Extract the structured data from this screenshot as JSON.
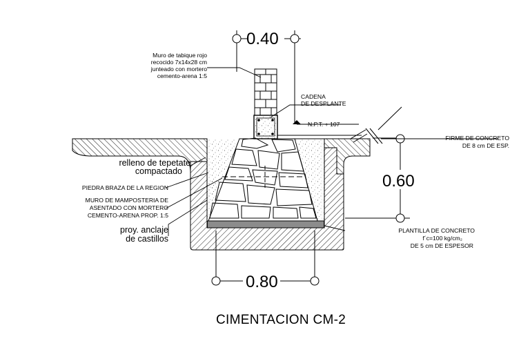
{
  "drawing": {
    "title": "CIMENTACION CM-2",
    "colors": {
      "line": "#000000",
      "background": "#ffffff"
    },
    "dimensions": {
      "wall_width": "0.40",
      "base_width": "0.80",
      "height": "0.60"
    },
    "labels": {
      "muro_tabique": [
        "Muro de tabique rojo",
        "recocido 7x14x28 cm",
        "junteado con mortero",
        "cemento-arena 1:5"
      ],
      "cadena": [
        "CADENA",
        "DE DESPLANTE"
      ],
      "npt": "N.P.T. + 107",
      "firme": [
        "FIRME DE CONCRETO",
        "DE 8 cm DE ESP."
      ],
      "relleno": [
        "relleno de tepetate",
        "compactado"
      ],
      "piedra": "PIEDRA BRAZA  DE LA REGION",
      "muro_mamposteria": [
        "MURO DE MAMPOSTERIA DE",
        "ASENTADO CON MORTERO",
        "CEMENTO-ARENA PROP. 1:5"
      ],
      "anclaje": [
        "proy. anclaje",
        "de castillos"
      ],
      "plantilla": [
        "PLANTILLA DE CONCRETO",
        "f´c=100 kg/cm₂",
        "DE 5 cm DE ESPESOR"
      ]
    }
  }
}
